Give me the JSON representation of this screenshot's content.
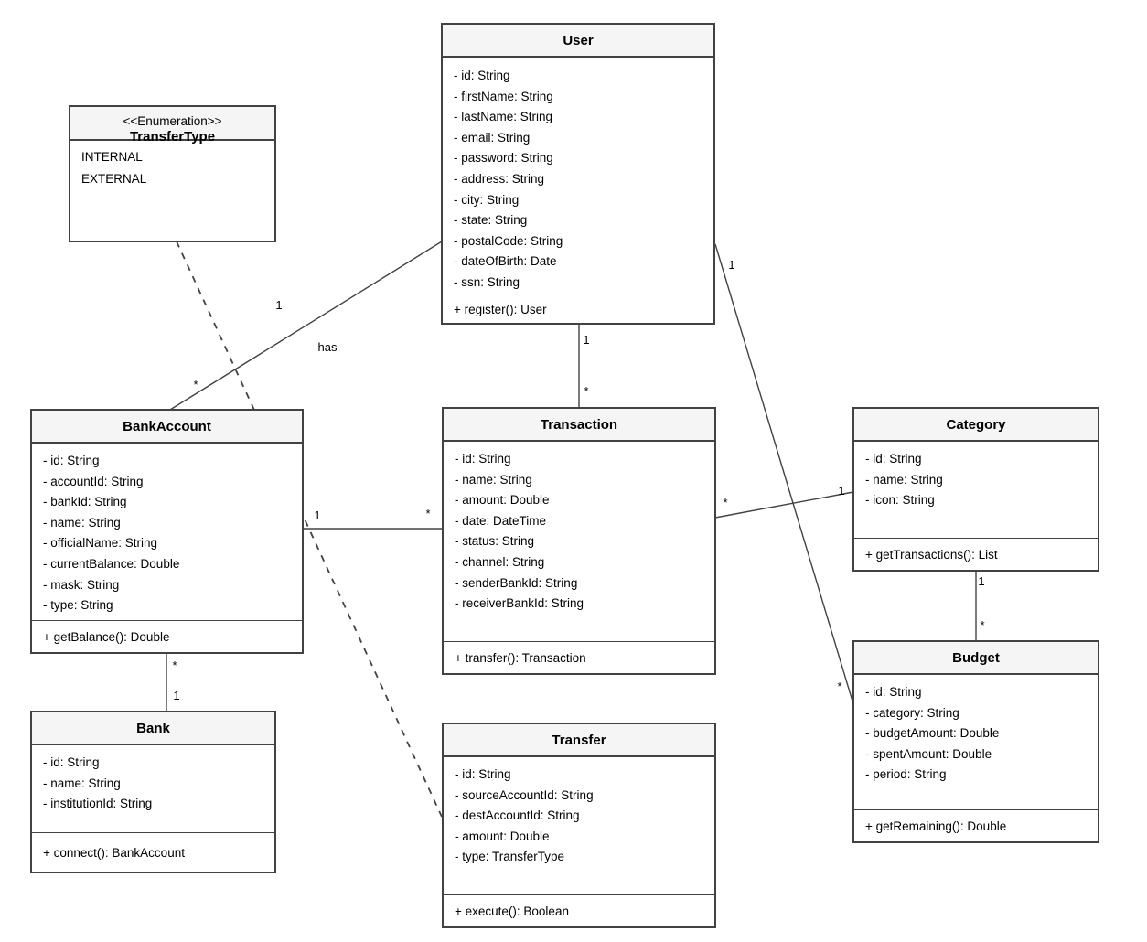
{
  "colors": {
    "background": "#ffffff",
    "box_border": "#424242",
    "header_fill": "#f5f5f5",
    "body_fill": "#ffffff",
    "edge_line": "#424242",
    "text": "#000000"
  },
  "classes": {
    "transfer_type": {
      "stereotype": "<<Enumeration>>",
      "name": "TransferType",
      "literals": [
        "INTERNAL",
        "EXTERNAL"
      ]
    },
    "user": {
      "name": "User",
      "attributes": [
        "- id: String",
        "- firstName: String",
        "- lastName: String",
        "- email: String",
        "- password: String",
        "- address: String",
        "- city: String",
        "- state: String",
        "- postalCode: String",
        "- dateOfBirth: Date",
        "- ssn: String"
      ],
      "methods": [
        "+ register(): User"
      ]
    },
    "bank_account": {
      "name": "BankAccount",
      "attributes": [
        "- id: String",
        "- accountId: String",
        "- bankId: String",
        "- name: String",
        "- officialName: String",
        "- currentBalance: Double",
        "- mask: String",
        "- type: String"
      ],
      "methods": [
        "+ getBalance(): Double"
      ]
    },
    "transaction": {
      "name": "Transaction",
      "attributes": [
        "- id: String",
        "- name: String",
        "- amount: Double",
        "- date: DateTime",
        "- status: String",
        "- channel: String",
        "- senderBankId: String",
        "- receiverBankId: String"
      ],
      "methods": [
        "+ transfer(): Transaction"
      ]
    },
    "category": {
      "name": "Category",
      "attributes": [
        "- id: String",
        "- name: String",
        "- icon: String"
      ],
      "methods": [
        "+ getTransactions(): List"
      ]
    },
    "bank": {
      "name": "Bank",
      "attributes": [
        "- id: String",
        "- name: String",
        "- institutionId: String"
      ],
      "methods": [
        "+ connect(): BankAccount"
      ]
    },
    "transfer": {
      "name": "Transfer",
      "attributes": [
        "- id: String",
        "- sourceAccountId: String",
        "- destAccountId: String",
        "- amount: Double",
        "- type: TransferType"
      ],
      "methods": [
        "+ execute(): Boolean"
      ]
    },
    "budget": {
      "name": "Budget",
      "attributes": [
        "- id: String",
        "- category: String",
        "- budgetAmount: Double",
        "- spentAmount: Double",
        "- period: String"
      ],
      "methods": [
        "+ getRemaining(): Double"
      ]
    }
  },
  "relationships": {
    "user_bank_account": {
      "label": "has",
      "user_mult": "1",
      "bank_account_mult": "*",
      "style": "solid"
    },
    "user_transaction": {
      "user_mult": "1",
      "transaction_mult": "*",
      "style": "solid"
    },
    "user_budget": {
      "user_mult": "1",
      "budget_mult": "*",
      "style": "solid"
    },
    "bank_account_transaction": {
      "bank_account_mult": "1",
      "transaction_mult": "*",
      "style": "solid"
    },
    "transaction_category": {
      "transaction_mult": "*",
      "category_mult": "1",
      "style": "solid"
    },
    "category_budget": {
      "category_mult": "1",
      "budget_mult": "*",
      "style": "solid"
    },
    "bank_account_bank": {
      "bank_account_mult": "*",
      "bank_mult": "1",
      "style": "solid"
    },
    "transfer_type_transfer": {
      "style": "dashed"
    }
  }
}
